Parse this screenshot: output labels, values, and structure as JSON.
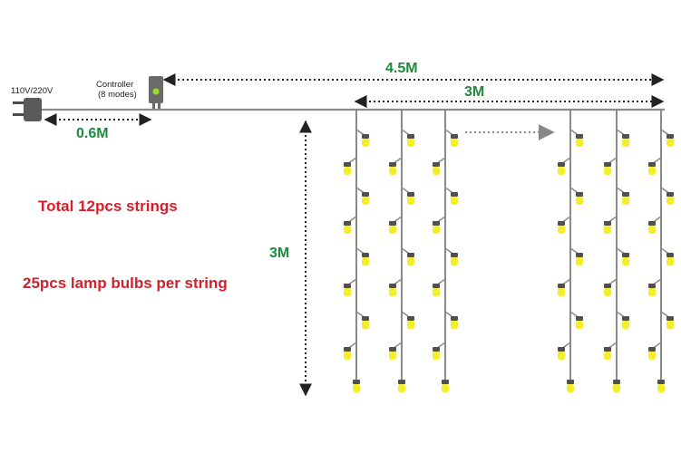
{
  "labels": {
    "voltage": "110V/220V",
    "controller_title": "Controller",
    "controller_modes": "(8 modes)",
    "cord_length": "0.6M",
    "total_length": "4.5M",
    "span_length": "3M",
    "drop_length": "3M",
    "total_strings": "Total 12pcs strings",
    "bulbs_per_string": "25pcs lamp bulbs per string"
  },
  "colors": {
    "wire": "#8a8a8a",
    "bulb_yellow": "#f4ee2a",
    "bulb_cap": "#505050",
    "green_text": "#1f8a3c",
    "red_text": "#d4202a",
    "indicator_green": "#9ed92e",
    "arrow_gray": "#888888"
  },
  "icons": {
    "plug": "plug-icon",
    "controller": "controller-box-icon",
    "bulb": "lamp-bulb-icon"
  }
}
